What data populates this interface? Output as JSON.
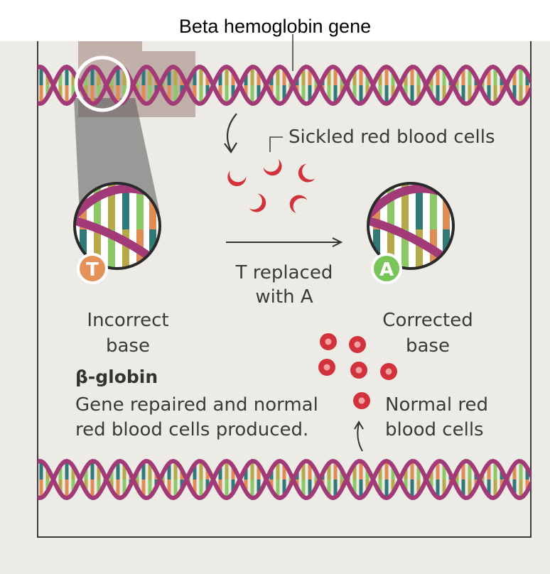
{
  "title": "Beta hemoglobin gene",
  "labels": {
    "sickled": "Sickled red blood cells",
    "replaced_line1": "T replaced",
    "replaced_line2": "with A",
    "incorrect_line1": "Incorrect",
    "incorrect_line2": "base",
    "corrected_line1": "Corrected",
    "corrected_line2": "base",
    "globin_heading": "β-globin",
    "globin_line1": "Gene repaired and normal",
    "globin_line2": "red blood cells produced.",
    "normal_line1": "Normal red",
    "normal_line2": "blood cells"
  },
  "bases": {
    "incorrect": "T",
    "corrected": "A"
  },
  "colors": {
    "panel": "#ecebe5",
    "backbone": "#a23a78",
    "base_orange": "#e08c55",
    "base_green": "#8cc865",
    "base_teal": "#2f7a76",
    "base_olive": "#b5a94a",
    "red_cell": "#d1323b",
    "t_badge": "#e49257",
    "a_badge": "#7ac55a"
  }
}
